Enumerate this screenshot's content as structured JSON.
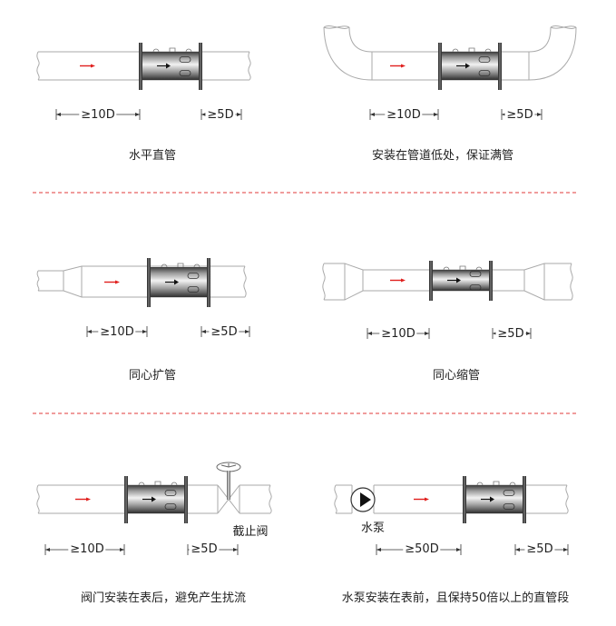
{
  "colors": {
    "flow_arrow": "#e0201e",
    "divider": "#e03a3a",
    "pipe": "#aaaaaa"
  },
  "panels": [
    {
      "caption": "水平直管",
      "upstream": "≥10D",
      "downstream": "≥5D"
    },
    {
      "caption": "安装在管道低处，保证满管",
      "upstream": "≥10D",
      "downstream": "≥5D"
    },
    {
      "caption": "同心扩管",
      "upstream": "≥10D",
      "downstream": "≥5D"
    },
    {
      "caption": "同心缩管",
      "upstream": "≥10D",
      "downstream": "≥5D"
    },
    {
      "caption": "阀门安装在表后，避免产生扰流",
      "upstream": "≥10D",
      "downstream": "≥5D",
      "component_label": "截止阀"
    },
    {
      "caption": "水泵安装在表前，且保持50倍以上的直管段",
      "upstream": "≥50D",
      "downstream": "≥5D",
      "component_label": "水泵"
    }
  ]
}
